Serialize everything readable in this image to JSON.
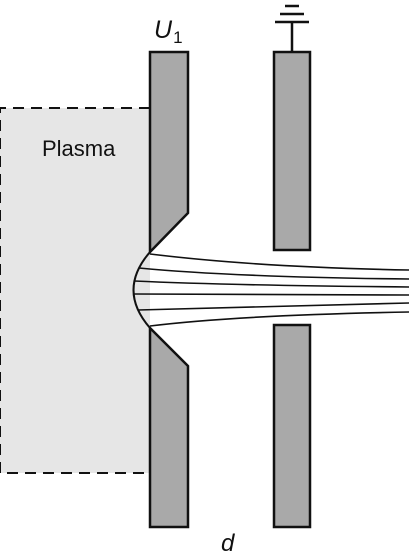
{
  "labels": {
    "plasma": "Plasma",
    "voltage_symbol": "U",
    "voltage_subscript": "1",
    "distance": "d"
  },
  "colors": {
    "plasma_fill": "#e6e6e6",
    "electrode_fill": "#a9a9a9",
    "stroke": "#111111"
  },
  "icons": {
    "ground": "ground-symbol-icon"
  }
}
